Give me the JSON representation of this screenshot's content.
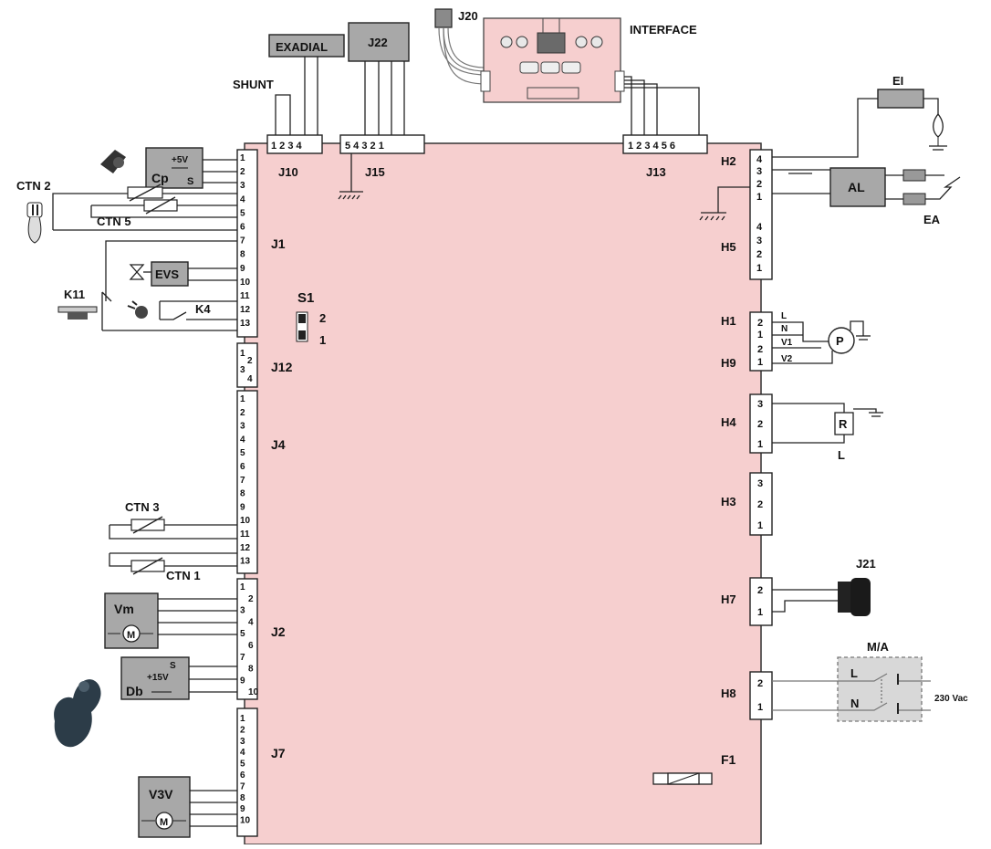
{
  "labels": {
    "exadial": "EXADIAL",
    "j22": "J22",
    "j20": "J20",
    "interface": "INTERFACE",
    "shunt": "SHUNT",
    "j10": "J10",
    "j15": "J15",
    "j13": "J13",
    "j1": "J1",
    "j12": "J12",
    "j4": "J4",
    "j2": "J2",
    "j7": "J7",
    "s1": "S1",
    "h2": "H2",
    "h5": "H5",
    "h1": "H1",
    "h9": "H9",
    "h4": "H4",
    "h3": "H3",
    "h7": "H7",
    "h8": "H8",
    "j21": "J21",
    "f1": "F1",
    "ctn1": "CTN 1",
    "ctn2": "CTN 2",
    "ctn3": "CTN 3",
    "ctn5": "CTN 5",
    "k11": "K11",
    "k4": "K4",
    "evs": "EVS",
    "cp": "Cp",
    "plus5v": "+5V",
    "s": "S",
    "vm": "Vm",
    "db": "Db",
    "plus15v": "+15V",
    "s_db": "S",
    "v3v": "V3V",
    "m": "M",
    "ei": "EI",
    "al": "AL",
    "ea": "EA",
    "p": "P",
    "r": "R",
    "l": "L",
    "n": "N",
    "v1": "V1",
    "v2": "V2",
    "ma": "M/A",
    "v230": "230 Vac",
    "one": "1",
    "two": "2"
  },
  "pins": {
    "j10": "1 2 3 4",
    "j15": "5 4 3 2 1",
    "j13": "1 2 3 4 5 6",
    "h2": [
      "4",
      "3",
      "2",
      "1"
    ],
    "h5": [
      "4",
      "3",
      "2",
      "1"
    ],
    "h1": [
      "2",
      "1"
    ],
    "h9": [
      "2",
      "1"
    ],
    "h4": [
      "3",
      "2",
      "1"
    ],
    "h3": [
      "3",
      "2",
      "1"
    ],
    "h7": [
      "2",
      "1"
    ],
    "h8": [
      "2",
      "1"
    ]
  },
  "colors": {
    "board": "#f6cfcf",
    "component_fill": "#a8a8a8",
    "ma_box": "#d8d8d8"
  }
}
